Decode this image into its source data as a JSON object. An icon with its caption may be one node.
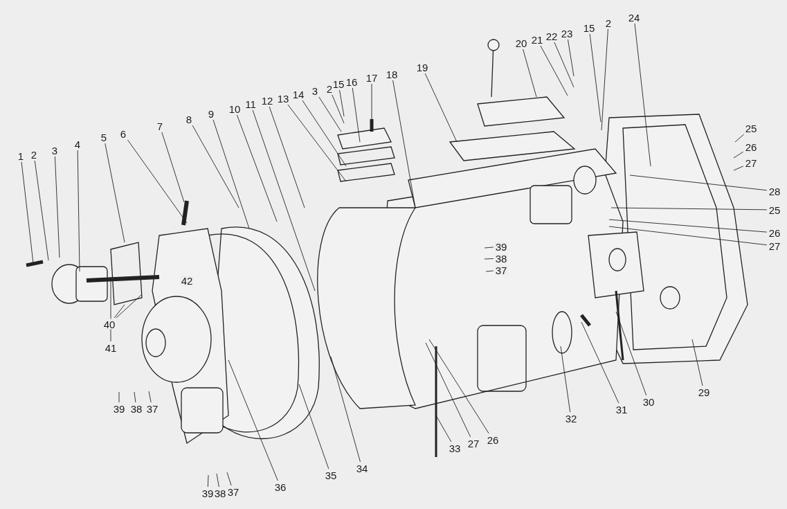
{
  "diagram": {
    "nodes": [
      {
        "text": [
          "1"
        ]
      },
      {
        "text": [
          "2"
        ]
      },
      {
        "text": [
          "3"
        ]
      },
      {
        "text": [
          "4"
        ]
      },
      {
        "text": [
          "5"
        ]
      },
      {
        "text": [
          "6"
        ]
      },
      {
        "text": [
          "7"
        ]
      },
      {
        "text": [
          "8"
        ]
      },
      {
        "text": [
          "9"
        ]
      },
      {
        "text": [
          "10"
        ]
      },
      {
        "text": [
          "11"
        ]
      },
      {
        "text": [
          "12"
        ]
      },
      {
        "text": [
          "13"
        ]
      },
      {
        "text": [
          "14"
        ]
      },
      {
        "text": [
          "3"
        ]
      },
      {
        "text": [
          "2"
        ]
      },
      {
        "text": [
          "15"
        ]
      },
      {
        "text": [
          "16"
        ]
      },
      {
        "text": [
          "17"
        ]
      },
      {
        "text": [
          "18"
        ]
      },
      {
        "text": [
          "19"
        ]
      },
      {
        "text": [
          "20"
        ]
      },
      {
        "text": [
          "21"
        ]
      },
      {
        "text": [
          "22"
        ]
      },
      {
        "text": [
          "23"
        ]
      },
      {
        "text": [
          "15"
        ]
      },
      {
        "text": [
          "2"
        ]
      },
      {
        "text": [
          "24"
        ]
      },
      {
        "text": [
          "25"
        ]
      },
      {
        "text": [
          "26"
        ]
      },
      {
        "text": [
          "27"
        ]
      },
      {
        "text": [
          "28"
        ]
      },
      {
        "text": [
          "25"
        ]
      },
      {
        "text": [
          "26"
        ]
      },
      {
        "text": [
          "27"
        ]
      },
      {
        "text": [
          "39"
        ]
      },
      {
        "text": [
          "38"
        ]
      },
      {
        "text": [
          "37"
        ]
      },
      {
        "text": [
          "41"
        ]
      },
      {
        "text": [
          "40"
        ]
      },
      {
        "text": [
          "39"
        ]
      },
      {
        "text": [
          "38"
        ]
      },
      {
        "text": [
          "37"
        ]
      },
      {
        "text": [
          "29"
        ]
      },
      {
        "text": [
          "30"
        ]
      },
      {
        "text": [
          "31"
        ]
      },
      {
        "text": [
          "32"
        ]
      },
      {
        "text": [
          "26"
        ]
      },
      {
        "text": [
          "27"
        ]
      },
      {
        "text": [
          "33"
        ]
      },
      {
        "text": [
          "34"
        ]
      },
      {
        "text": [
          "35"
        ]
      },
      {
        "text": [
          "36"
        ]
      },
      {
        "text": [
          "39"
        ]
      },
      {
        "text": [
          "38"
        ]
      },
      {
        "text": [
          "37"
        ]
      },
      {
        "text": [
          "42"
        ]
      }
    ],
    "edges": [
      {
        "from": 0,
        "to": null,
        "arrow": "none"
      },
      {
        "from": 1,
        "to": null,
        "arrow": "none"
      },
      {
        "from": 2,
        "to": null,
        "arrow": "none"
      },
      {
        "from": 3,
        "to": null,
        "arrow": "none"
      },
      {
        "from": 4,
        "to": null,
        "arrow": "none"
      },
      {
        "from": 5,
        "to": null,
        "arrow": "none"
      },
      {
        "from": 6,
        "to": null,
        "arrow": "none"
      },
      {
        "from": 7,
        "to": null,
        "arrow": "none"
      },
      {
        "from": 8,
        "to": null,
        "arrow": "none"
      },
      {
        "from": 9,
        "to": null,
        "arrow": "none"
      },
      {
        "from": 10,
        "to": null,
        "arrow": "none"
      },
      {
        "from": 11,
        "to": null,
        "arrow": "none"
      },
      {
        "from": 12,
        "to": null,
        "arrow": "none"
      },
      {
        "from": 13,
        "to": null,
        "arrow": "none"
      },
      {
        "from": 14,
        "to": null,
        "arrow": "none"
      },
      {
        "from": 15,
        "to": null,
        "arrow": "none"
      },
      {
        "from": 16,
        "to": null,
        "arrow": "none"
      },
      {
        "from": 17,
        "to": null,
        "arrow": "none"
      },
      {
        "from": 18,
        "to": null,
        "arrow": "none"
      },
      {
        "from": 19,
        "to": null,
        "arrow": "none"
      },
      {
        "from": 20,
        "to": null,
        "arrow": "none"
      },
      {
        "from": 21,
        "to": null,
        "arrow": "none"
      },
      {
        "from": 22,
        "to": null,
        "arrow": "none"
      },
      {
        "from": 23,
        "to": null,
        "arrow": "none"
      },
      {
        "from": 24,
        "to": null,
        "arrow": "none"
      },
      {
        "from": 25,
        "to": null,
        "arrow": "none"
      },
      {
        "from": 26,
        "to": null,
        "arrow": "none"
      },
      {
        "from": 27,
        "to": null,
        "arrow": "none"
      },
      {
        "from": 28,
        "to": null,
        "arrow": "none"
      },
      {
        "from": 29,
        "to": null,
        "arrow": "none"
      },
      {
        "from": 30,
        "to": null,
        "arrow": "none"
      },
      {
        "from": 31,
        "to": null,
        "arrow": "none"
      },
      {
        "from": 32,
        "to": null,
        "arrow": "none"
      },
      {
        "from": 33,
        "to": null,
        "arrow": "none"
      },
      {
        "from": 34,
        "to": null,
        "arrow": "none"
      },
      {
        "from": 35,
        "to": null,
        "arrow": "none"
      },
      {
        "from": 36,
        "to": null,
        "arrow": "none"
      },
      {
        "from": 37,
        "to": null,
        "arrow": "none"
      },
      {
        "from": 38,
        "to": null,
        "arrow": "none"
      },
      {
        "from": 39,
        "to": null,
        "arrow": "none"
      },
      {
        "from": 39,
        "to": null,
        "arrow": "none"
      },
      {
        "from": 40,
        "to": null,
        "arrow": "none"
      },
      {
        "from": 41,
        "to": null,
        "arrow": "none"
      },
      {
        "from": 42,
        "to": null,
        "arrow": "none"
      },
      {
        "from": 43,
        "to": null,
        "arrow": "none"
      },
      {
        "from": 44,
        "to": null,
        "arrow": "none"
      },
      {
        "from": 45,
        "to": null,
        "arrow": "none"
      },
      {
        "from": 46,
        "to": null,
        "arrow": "none"
      },
      {
        "from": 47,
        "to": null,
        "arrow": "none"
      },
      {
        "from": 48,
        "to": null,
        "arrow": "none"
      },
      {
        "from": 49,
        "to": null,
        "arrow": "none"
      },
      {
        "from": 50,
        "to": null,
        "arrow": "none"
      },
      {
        "from": 51,
        "to": null,
        "arrow": "none"
      },
      {
        "from": 52,
        "to": null,
        "arrow": "none"
      },
      {
        "from": 53,
        "to": null,
        "arrow": "none"
      },
      {
        "from": 54,
        "to": null,
        "arrow": "none"
      },
      {
        "from": 55,
        "to": null,
        "arrow": "none"
      }
    ]
  }
}
